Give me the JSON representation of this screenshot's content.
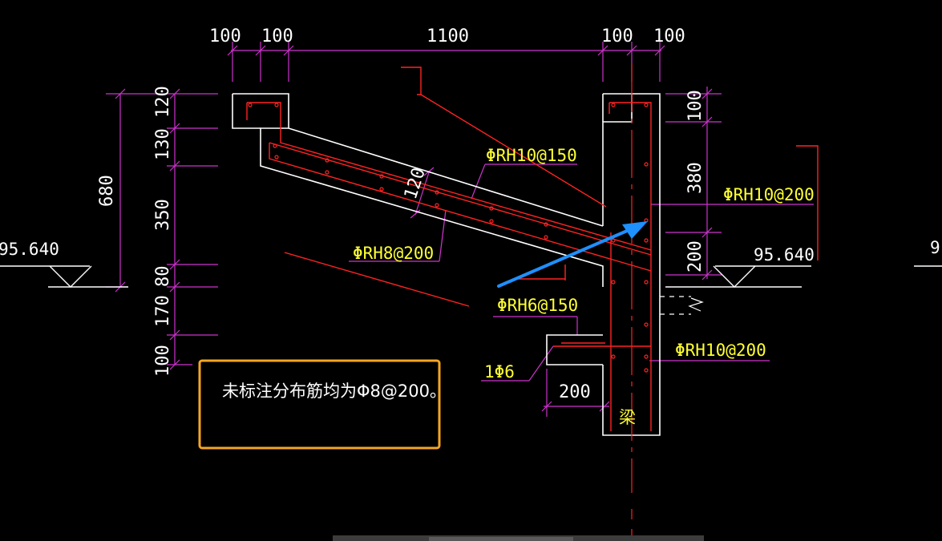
{
  "colors": {
    "background": "#000000",
    "outline": "#ffffff",
    "dimension": "#cc33cc",
    "rebar": "#ff2222",
    "label": "#ffff33",
    "centerline": "#ff2222",
    "highlight_box": "#f5a623",
    "arrow": "#1e90ff",
    "scrollbar": "#3c3c3c"
  },
  "dimensions": {
    "top": [
      "100",
      "100",
      "1100",
      "100",
      "100"
    ],
    "left_total": "680",
    "left": [
      "120",
      "130",
      "350",
      "80",
      "170",
      "100"
    ],
    "right": [
      "100",
      "380",
      "200"
    ],
    "slab_thickness": "120",
    "bottom_ledge": "200"
  },
  "elevations": {
    "left": "95.640",
    "right": "95.640",
    "right_edge_fragment": "9"
  },
  "labels": {
    "rebar_slab_top": "ΦRH10@150",
    "rebar_right_upper": "ΦRH10@200",
    "rebar_slab_bottom": "ΦRH8@200",
    "rebar_ledge": "ΦRH6@150",
    "rebar_right_lower": "ΦRH10@200",
    "ledge_bar": "1Φ6",
    "beam": "梁"
  },
  "note": {
    "text": "未标注分布筋均为Φ8@200。"
  }
}
